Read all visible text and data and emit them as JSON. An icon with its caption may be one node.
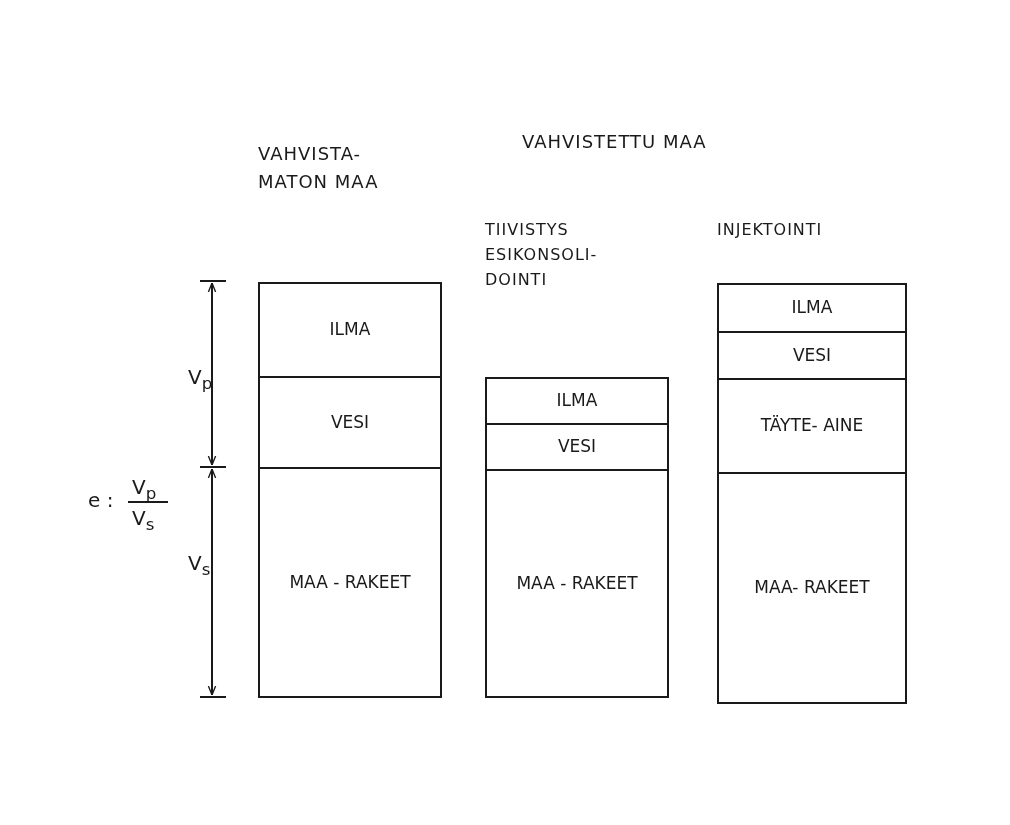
{
  "diagram": {
    "nodes": [
      {
        "text": [
          "ILMA"
        ]
      },
      {
        "text": [
          "VESI"
        ]
      },
      {
        "text": [
          "MAA - RAKEET"
        ]
      },
      {
        "text": [
          "ILMA"
        ]
      },
      {
        "text": [
          "VESI"
        ]
      },
      {
        "text": [
          "MAA - RAKEET"
        ]
      },
      {
        "text": [
          "ILMA"
        ]
      },
      {
        "text": [
          "VESI"
        ]
      },
      {
        "text": [
          "TÄYTE- AINE"
        ]
      },
      {
        "text": [
          "MAA- RAKEET"
        ]
      }
    ],
    "edges": [],
    "labels": [
      "VAHVISTA- MATON MAA",
      "VAHVISTETTU MAA",
      "TIIVISTYS ESIKONSOLI- DOINTI",
      "INJEKTOINTI",
      "V$_{p}$",
      "e :",
      "V$_{p}$",
      "V$_{s}$",
      "V$_{s}$"
    ]
  }
}
